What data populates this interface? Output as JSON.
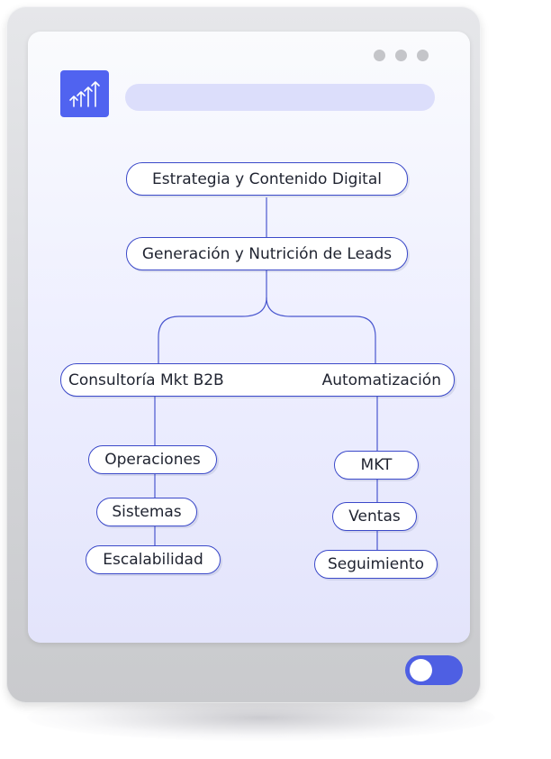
{
  "window": {
    "dot_count": 3
  },
  "header": {
    "app_icon": "growth-chart-icon",
    "search_value": ""
  },
  "diagram": {
    "root": "Estrategia y Contenido Digital",
    "level2": "Generación y Nutrición de Leads",
    "branch_left": "Consultoría Mkt B2B",
    "branch_right": "Automatización",
    "left_items": [
      "Operaciones",
      "Sistemas",
      "Escalabilidad"
    ],
    "right_items": [
      "MKT",
      "Ventas",
      "Seguimiento"
    ]
  },
  "toggle": {
    "state": "on"
  },
  "colors": {
    "accent": "#4e5fe3",
    "node_border": "#3b49c9",
    "screen_bg": "#eeefff",
    "device": "#d6d7da"
  }
}
